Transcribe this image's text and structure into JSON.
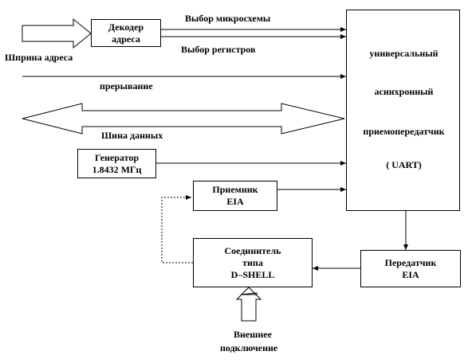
{
  "blocks": {
    "decoder": [
      "Декодер",
      "адреса"
    ],
    "uart": [
      "универсальный",
      "асинхронный",
      "приемопередатчик",
      "( UART)"
    ],
    "generator": [
      "Генератор",
      "1.8432 МГц"
    ],
    "receiver": [
      "Приемник",
      "EIA"
    ],
    "connector": [
      "Соединитель",
      "типа",
      "D–SHELL"
    ],
    "transmitter": [
      "Передатчик",
      "EIA"
    ]
  },
  "labels": {
    "chip_select": "Выбор микросхемы",
    "register_select": "Выбор регистров",
    "address_bus": "Шприна адреса",
    "interrupt": "прерывание",
    "data_bus": "Шина данных",
    "external": [
      "Внешнее",
      "подключение"
    ]
  }
}
